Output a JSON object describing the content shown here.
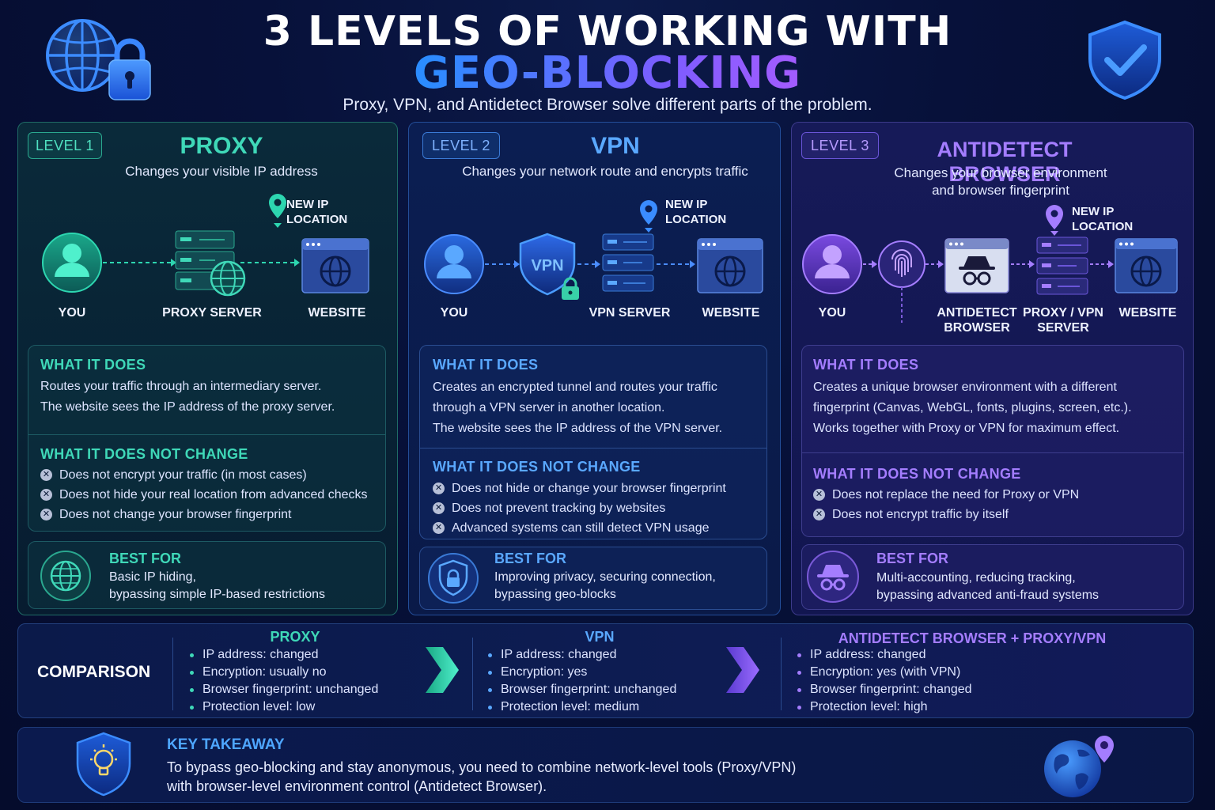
{
  "header": {
    "title_line1": "3 LEVELS OF WORKING WITH",
    "title_line2": "GEO-BLOCKING",
    "subtitle": "Proxy, VPN, and Antidetect Browser solve different parts of the problem."
  },
  "levels": [
    {
      "badge": "LEVEL 1",
      "title": "PROXY",
      "description": "Changes your visible IP address",
      "pin_label": [
        "NEW IP",
        "LOCATION"
      ],
      "nodes": [
        "YOU",
        "PROXY SERVER",
        "WEBSITE"
      ],
      "what_it_does_heading": "WHAT IT DOES",
      "what_it_does": [
        "Routes your traffic through an intermediary server.",
        "The website sees the IP address of the proxy server."
      ],
      "not_change_heading": "WHAT IT DOES NOT CHANGE",
      "not_change": [
        "Does not encrypt your traffic (in most cases)",
        "Does not hide your real location from advanced checks",
        "Does not change your browser fingerprint"
      ],
      "best_for_heading": "BEST FOR",
      "best_for": [
        "Basic IP hiding,",
        "bypassing simple IP-based restrictions"
      ],
      "accent": "#3fd8b8"
    },
    {
      "badge": "LEVEL 2",
      "title": "VPN",
      "description": "Changes your network route and encrypts traffic",
      "pin_label": [
        "NEW IP",
        "LOCATION"
      ],
      "shield_text": "VPN",
      "nodes": [
        "YOU",
        "VPN SERVER",
        "WEBSITE"
      ],
      "what_it_does_heading": "WHAT IT DOES",
      "what_it_does": [
        "Creates an encrypted tunnel and routes your traffic",
        "through a VPN server in another location.",
        "The website sees the IP address of the VPN server."
      ],
      "not_change_heading": "WHAT IT DOES NOT CHANGE",
      "not_change": [
        "Does not hide or change your browser fingerprint",
        "Does not prevent tracking by websites",
        "Advanced systems can still detect VPN usage"
      ],
      "best_for_heading": "BEST FOR",
      "best_for": [
        "Improving privacy, securing connection,",
        "bypassing geo-blocks"
      ],
      "accent": "#5aa8ff"
    },
    {
      "badge": "LEVEL 3",
      "title": "ANTIDETECT BROWSER",
      "description": [
        "Changes your browser environment",
        "and browser fingerprint"
      ],
      "pin_label": [
        "NEW IP",
        "LOCATION"
      ],
      "nodes": [
        "YOU",
        [
          "ANTIDETECT",
          "BROWSER"
        ],
        [
          "PROXY / VPN",
          "SERVER"
        ],
        "WEBSITE"
      ],
      "what_it_does_heading": "WHAT IT DOES",
      "what_it_does": [
        "Creates a unique browser environment with a different",
        "fingerprint (Canvas, WebGL, fonts, plugins, screen, etc.).",
        "Works together with Proxy or VPN for maximum effect."
      ],
      "not_change_heading": "WHAT IT DOES NOT CHANGE",
      "not_change": [
        "Does not replace the need for Proxy or VPN",
        "Does not encrypt traffic by itself"
      ],
      "best_for_heading": "BEST FOR",
      "best_for": [
        "Multi-accounting, reducing tracking,",
        "bypassing advanced anti-fraud systems"
      ],
      "accent": "#a47dff"
    }
  ],
  "comparison": {
    "label": "COMPARISON",
    "columns": [
      {
        "heading": "PROXY",
        "items": [
          "IP address: changed",
          "Encryption: usually no",
          "Browser fingerprint: unchanged",
          "Protection level: low"
        ]
      },
      {
        "heading": "VPN",
        "items": [
          "IP address: changed",
          "Encryption: yes",
          "Browser fingerprint: unchanged",
          "Protection level: medium"
        ]
      },
      {
        "heading": "ANTIDETECT BROWSER + PROXY/VPN",
        "items": [
          "IP address: changed",
          "Encryption: yes (with VPN)",
          "Browser fingerprint: changed",
          "Protection level: high"
        ]
      }
    ]
  },
  "takeaway": {
    "heading": "KEY TAKEAWAY",
    "lines": [
      "To bypass geo-blocking and stay anonymous, you need to combine network-level tools (Proxy/VPN)",
      "with browser-level environment control (Antidetect Browser)."
    ]
  },
  "icons": {
    "top_left": "globe-lock-icon",
    "top_right": "shield-check-icon",
    "takeaway_left": "lightbulb-icon",
    "takeaway_right": "earth-pin-icon"
  }
}
